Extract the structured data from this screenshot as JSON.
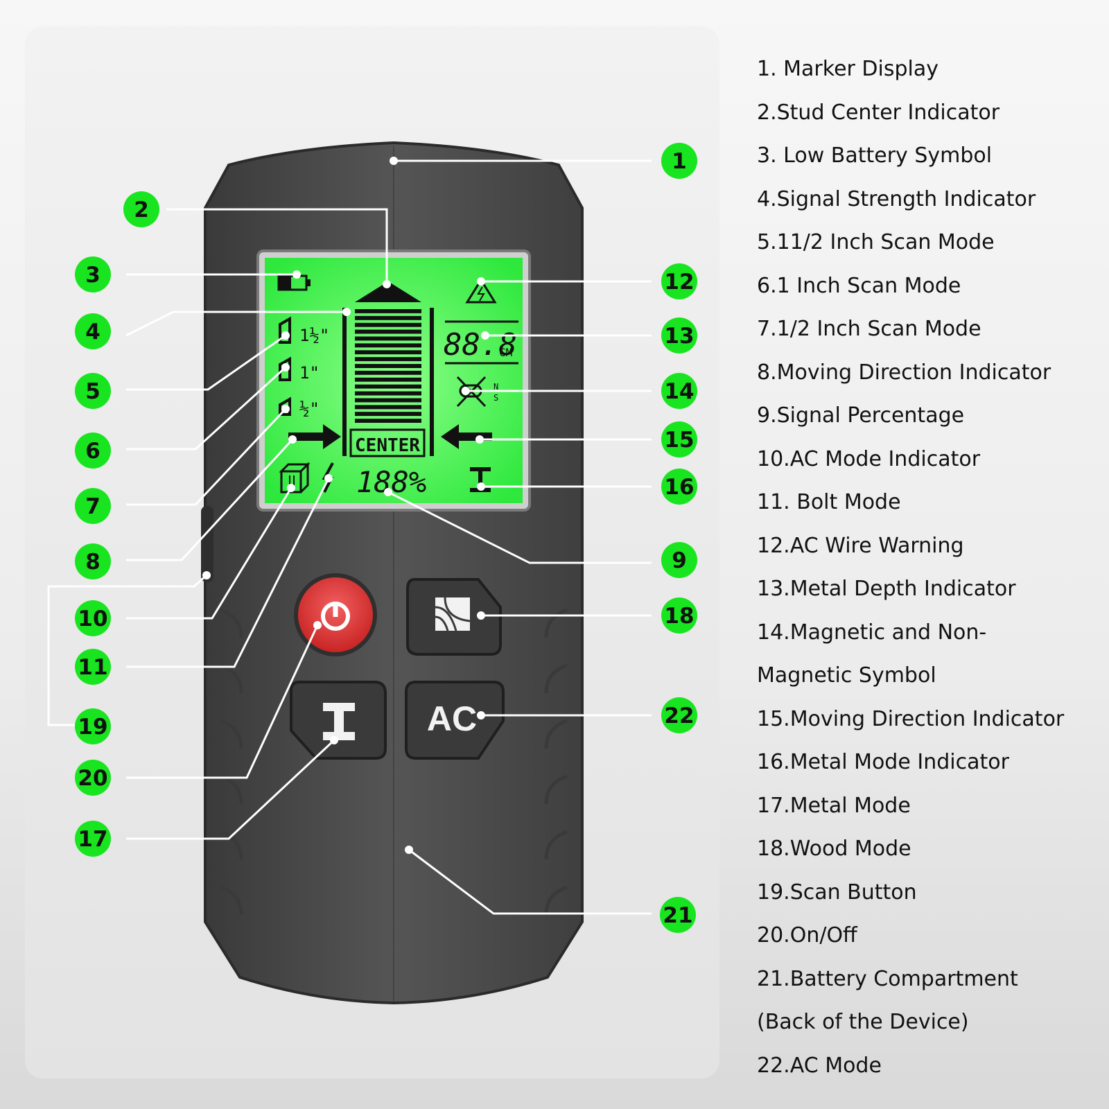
{
  "colors": {
    "badge": "#18e51f",
    "lcd": "#3dff4a",
    "device_body": "#4a4a4a",
    "power_button": "#e43a3a",
    "leader_line": "#ffffff"
  },
  "legend": [
    "1.   Marker Display",
    "2.Stud Center Indicator",
    "3. Low Battery Symbol",
    "4.Signal Strength Indicator",
    "5.11/2 Inch Scan Mode",
    "6.1 Inch Scan Mode",
    "7.1/2 Inch Scan Mode",
    "8.Moving Direction Indicator",
    "9.Signal Percentage",
    "10.AC Mode Indicator",
    "11. Bolt Mode",
    "12.AC Wire Warning",
    "13.Metal Depth Indicator",
    "14.Magnetic and Non-",
    "Magnetic Symbol",
    "15.Moving Direction Indicator",
    "16.Metal Mode Indicator",
    "17.Metal Mode",
    "18.Wood Mode",
    "19.Scan Button",
    "20.On/Off",
    "21.Battery Compartment",
    "(Back of the Device)",
    "22.AC Mode"
  ],
  "badges": {
    "b1": "1",
    "b2": "2",
    "b3": "3",
    "b4": "4",
    "b5": "5",
    "b6": "6",
    "b7": "7",
    "b8": "8",
    "b9": "9",
    "b10": "10",
    "b11": "11",
    "b12": "12",
    "b13": "13",
    "b14": "14",
    "b15": "15",
    "b16": "16",
    "b17": "17",
    "b18": "18",
    "b19": "19",
    "b20": "20",
    "b21": "21",
    "b22": "22"
  },
  "lcd": {
    "scan_1_5": "1½\"",
    "scan_1": "1\"",
    "scan_0_5": "½\"",
    "center": "CENTER",
    "depth_value": "88.8",
    "depth_unit": "CM",
    "percent": "188%",
    "ns_n": "N",
    "ns_s": "S",
    "signal_bars_lit": 17,
    "signal_bars_total": 17
  },
  "buttons": {
    "ac_label": "AC"
  }
}
